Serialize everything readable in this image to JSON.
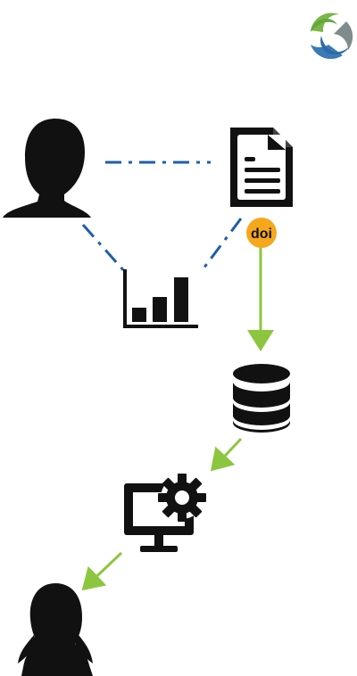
{
  "diagram": {
    "logo": {
      "icon": "swirl-logo-icon",
      "colors": [
        "#7ab648",
        "#3a7ab8",
        "#7f8c8d"
      ]
    },
    "nodes": [
      {
        "id": "researcher",
        "icon": "person-silhouette-icon"
      },
      {
        "id": "document",
        "icon": "document-icon"
      },
      {
        "id": "doi-badge",
        "icon": "doi-badge-icon",
        "label": "doi"
      },
      {
        "id": "chart",
        "icon": "bar-chart-icon"
      },
      {
        "id": "database",
        "icon": "database-icon"
      },
      {
        "id": "computer",
        "icon": "computer-gear-icon"
      },
      {
        "id": "reader",
        "icon": "person-girl-silhouette-icon"
      }
    ],
    "connections": [
      {
        "from": "researcher",
        "to": "document",
        "style": "dashed",
        "color": "#1f5fa8"
      },
      {
        "from": "researcher",
        "to": "chart",
        "style": "dashed",
        "color": "#1f5fa8"
      },
      {
        "from": "document",
        "to": "chart",
        "style": "dashed",
        "color": "#1f5fa8"
      },
      {
        "from": "doi-badge",
        "to": "database",
        "style": "arrow",
        "color": "#8cc63f"
      },
      {
        "from": "database",
        "to": "computer",
        "style": "arrow",
        "color": "#8cc63f"
      },
      {
        "from": "computer",
        "to": "reader",
        "style": "arrow",
        "color": "#8cc63f"
      }
    ],
    "doi_badge_color": "#f5a81c"
  }
}
